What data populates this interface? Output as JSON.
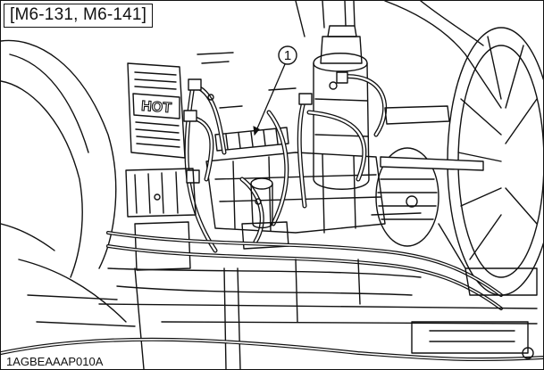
{
  "header": {
    "models": "[M6-131, M6-141]"
  },
  "callout": {
    "number": "1"
  },
  "plate": {
    "label": "HOT"
  },
  "footer": {
    "code": "1AGBEAAAP010A"
  }
}
